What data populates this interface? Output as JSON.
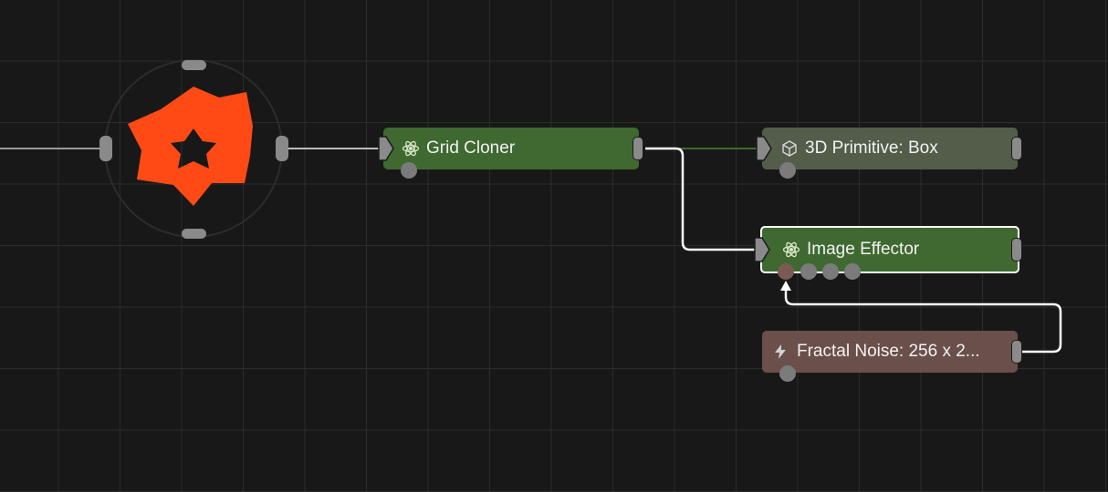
{
  "colors": {
    "background": "#181818",
    "grid": "#2c2c2c",
    "logo": "#ff4a16",
    "cloner_node": "#3f6930",
    "primitive_node": "#535d4a",
    "effector_node": "#3f6930",
    "noise_node": "#6b4f4a",
    "port": "#8a8a8a",
    "wire_active": "#ffffff",
    "wire_dim": "#cfcfcf",
    "wire_green": "#3f6a2f"
  },
  "nodes": {
    "grid_cloner": {
      "label": "Grid Cloner",
      "icon": "atom-icon"
    },
    "primitive_box": {
      "label": "3D Primitive: Box",
      "icon": "cube-icon"
    },
    "image_effector": {
      "label": "Image Effector",
      "icon": "atom-icon"
    },
    "fractal_noise": {
      "label": "Fractal Noise: 256 x 2...",
      "icon": "lightning-icon"
    }
  },
  "scene_root": {
    "icon": "app-logo-icon"
  }
}
